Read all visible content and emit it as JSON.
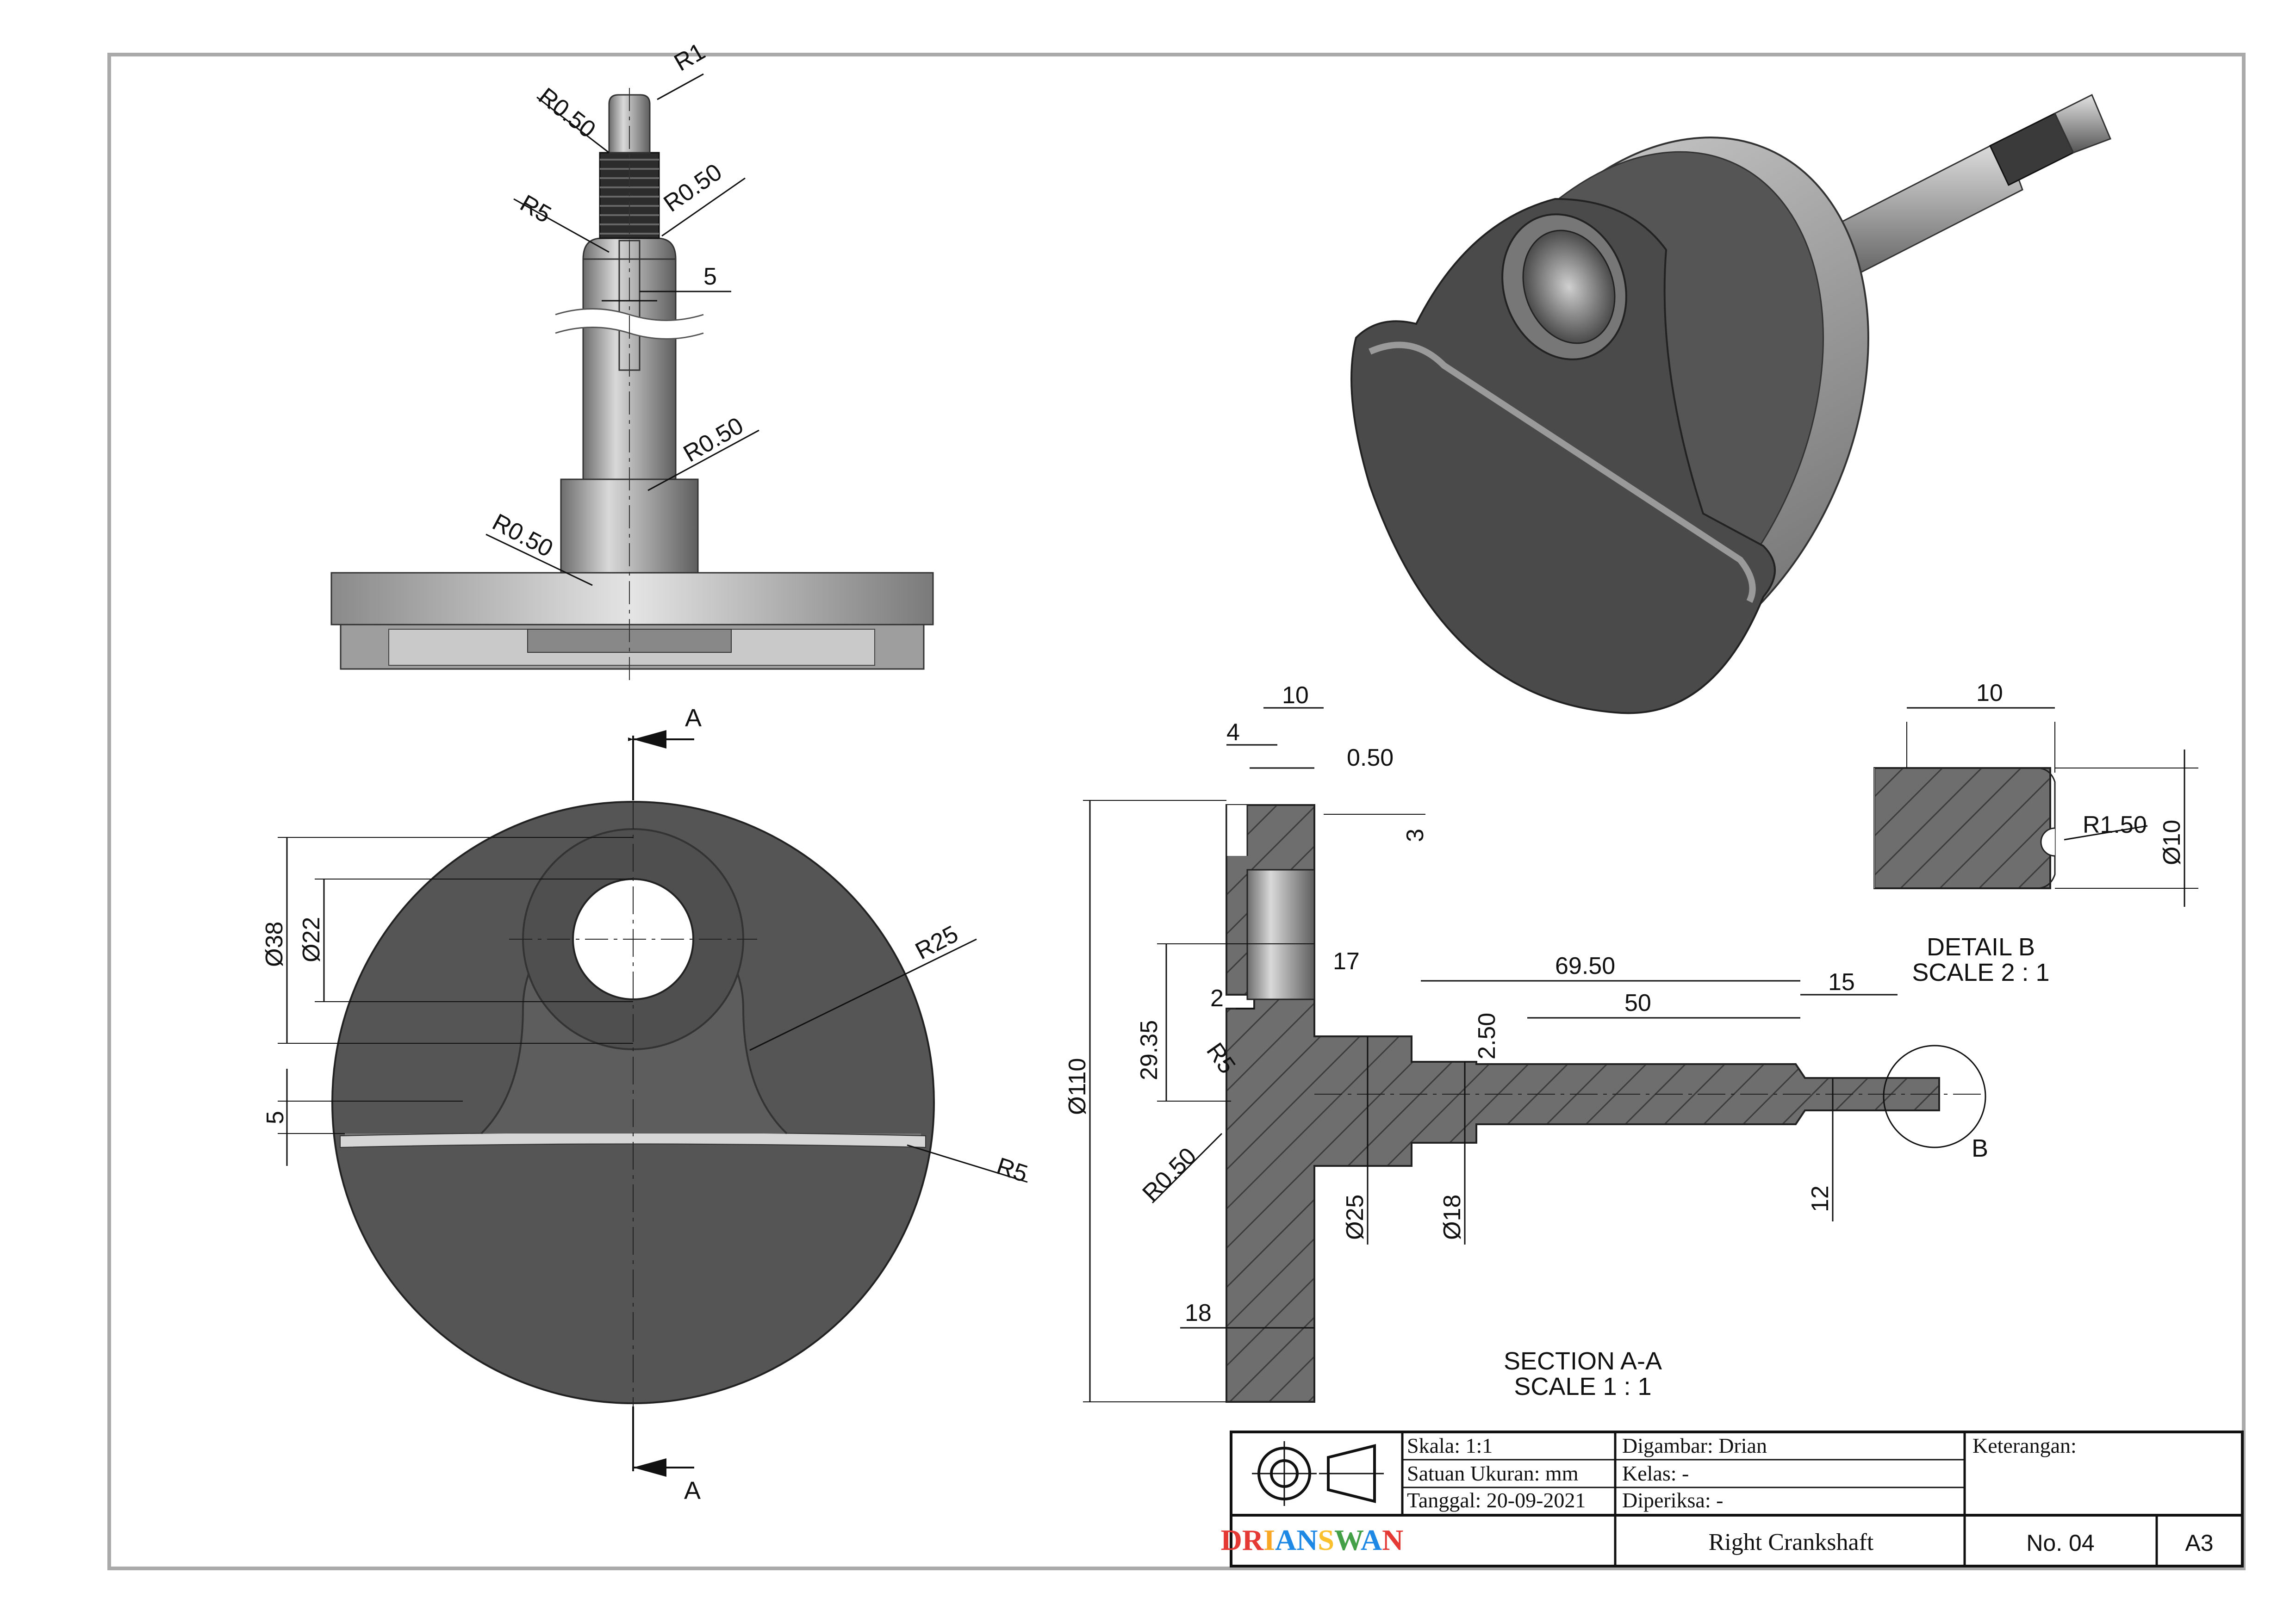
{
  "drawing": {
    "top_view_dims": [
      "R1",
      "R0.50",
      "R5",
      "R0.50",
      "5",
      "R0.50",
      "R0.50"
    ],
    "section_cut_label": "A",
    "front_view_dims": [
      "Ø38",
      "Ø22",
      "5",
      "R25",
      "R5"
    ],
    "section_dims": [
      "10",
      "4",
      "0.50",
      "3",
      "Ø110",
      "29.35",
      "17",
      "2",
      "R5",
      "R0.50",
      "69.50",
      "50",
      "2.50",
      "15",
      "Ø25",
      "Ø18",
      "12",
      "18"
    ],
    "detail_marker": "B",
    "section_title": "SECTION A-A",
    "section_scale": "SCALE 1 : 1",
    "detail_dims": [
      "10",
      "R1.50",
      "Ø10"
    ],
    "detail_title": "DETAIL B",
    "detail_scale": "SCALE 2 : 1"
  },
  "title_block": {
    "skala": "Skala: 1:1",
    "satuan": "Satuan Ukuran: mm",
    "tanggal": "Tanggal: 20-09-2021",
    "digambar": "Digambar: Drian",
    "kelas": "Kelas: -",
    "diperiksa": "Diperiksa: -",
    "keterangan": "Keterangan:",
    "brand_letters": [
      "D",
      "R",
      "I",
      "A",
      "N",
      "S",
      "W",
      "A",
      "N"
    ],
    "brand_colors": [
      "#e53935",
      "#e53935",
      "#f9a825",
      "#1e88e5",
      "#1e88e5",
      "#fbc02d",
      "#43a047",
      "#1e88e5",
      "#e53935"
    ],
    "part_name": "Right Crankshaft",
    "number": "No. 04",
    "paper": "A3"
  }
}
